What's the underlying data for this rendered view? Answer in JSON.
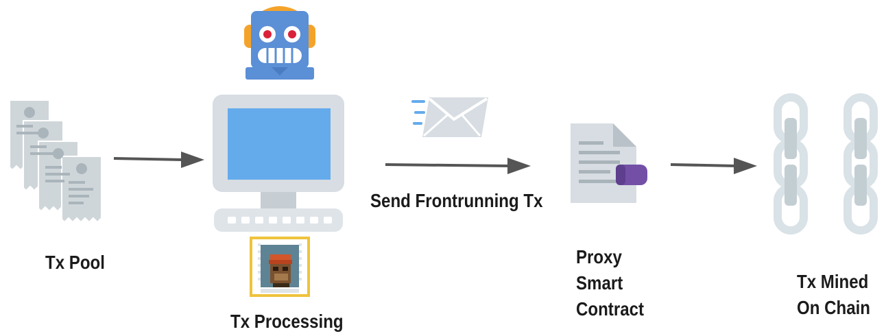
{
  "diagram": {
    "nodes": {
      "tx_pool": {
        "label": "Tx Pool"
      },
      "tx_processing": {
        "label": "Tx Processing"
      },
      "proxy_contract": {
        "lines": [
          "Proxy",
          "Smart",
          "Contract"
        ]
      },
      "chain": {
        "lines": [
          "Tx Mined",
          "On Chain"
        ]
      }
    },
    "edges": {
      "send": {
        "label": "Send Frontrunning Tx"
      }
    },
    "icons": {
      "receipts": "receipt-stack-icon",
      "robot": "robot-icon",
      "computer": "desktop-computer-icon",
      "nft": "nft-ape-icon",
      "mail": "fast-mail-icon",
      "contract": "document-icon",
      "chain": "chain-links-icon"
    },
    "colors": {
      "arrow": "#555555",
      "robot_face": "#5b8fd6",
      "robot_eye": "#d9223a",
      "robot_headphone": "#f4a32a",
      "screen": "#64abec",
      "frame": "#d7dde2",
      "nft_border": "#efc33c",
      "nft_bg": "#5d8394",
      "contract_tag": "#7350a6",
      "chain": "#d9e2e6"
    }
  }
}
